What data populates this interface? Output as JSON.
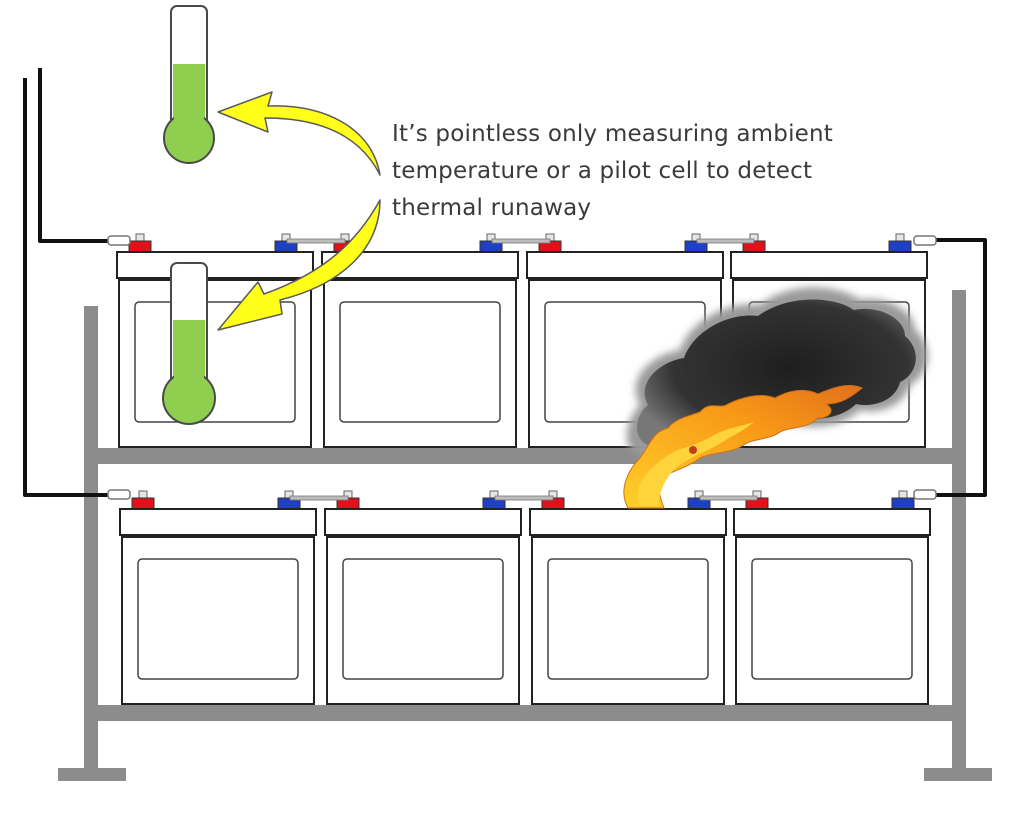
{
  "annotation": {
    "lines": [
      "It’s pointless only measuring ambient",
      "temperature or a pilot cell to detect",
      "thermal runaway"
    ]
  },
  "colors": {
    "thermometer_liquid": "#8fce4f",
    "arrow_fill": "#ffff1a",
    "rack": "#8a8a8a",
    "terminal_positive": "#e0111b",
    "terminal_negative": "#1f3fc4",
    "cable": "#111111",
    "smoke": "#2b2b2b",
    "flame": "#f7a21b"
  },
  "icons": {
    "thermometer_ambient": "thermometer-icon",
    "thermometer_pilot": "thermometer-icon",
    "fire": "fire-icon",
    "smoke": "smoke-icon"
  },
  "battery_bank": {
    "rows": 2,
    "cells_per_row": 4
  }
}
